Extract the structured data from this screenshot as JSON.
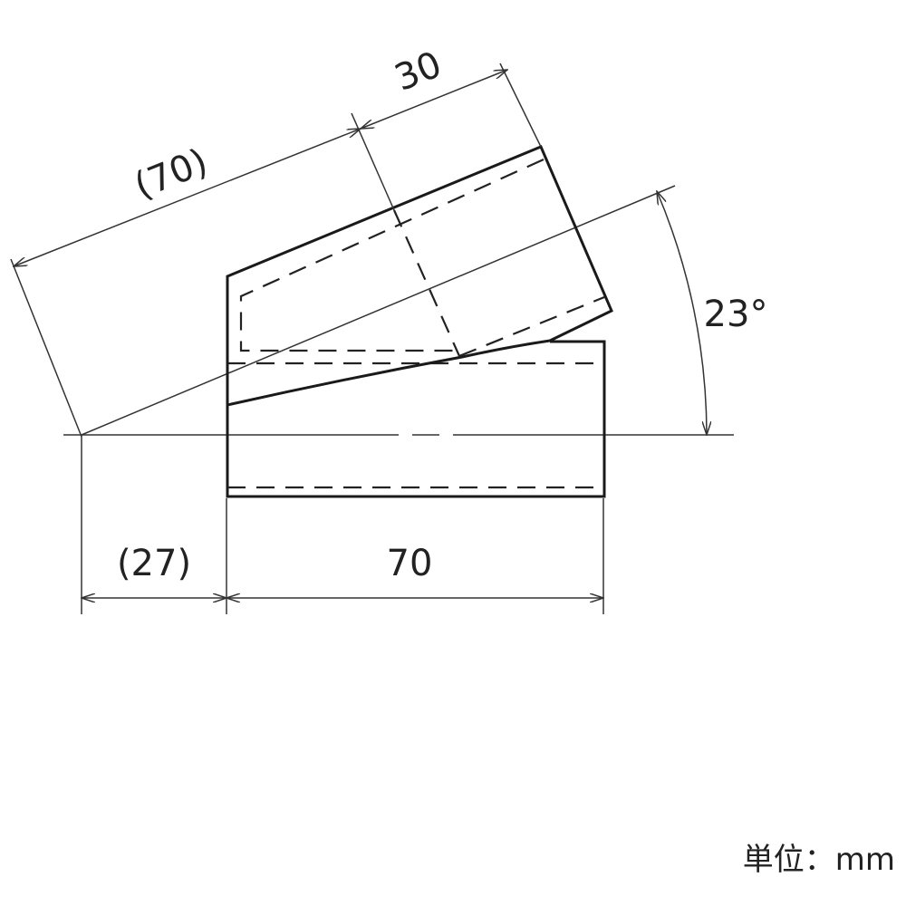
{
  "dimensions": {
    "upper_length": "(70)",
    "socket_depth": "30",
    "angle": "23°",
    "offset": "(27)",
    "lower_length": "70"
  },
  "unit_label": "単位：mm",
  "line_color": "#1a1a1a"
}
